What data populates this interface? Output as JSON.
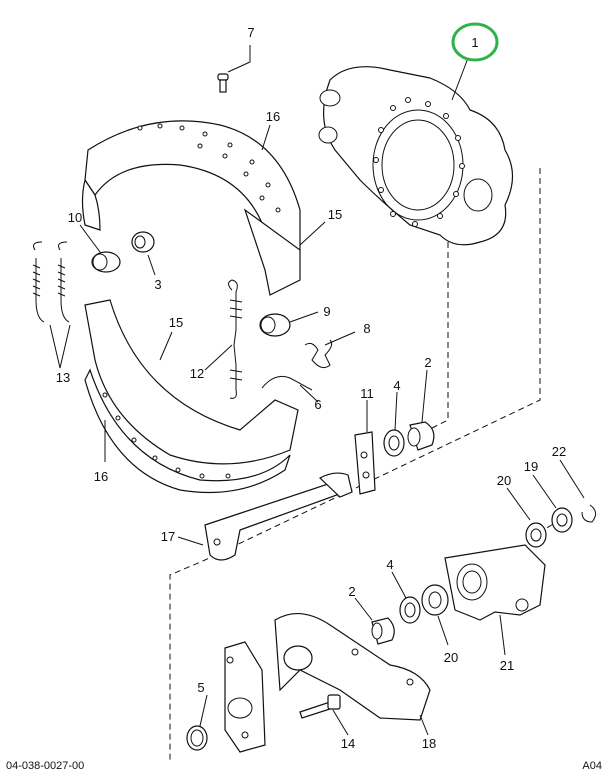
{
  "diagram": {
    "callouts": [
      {
        "id": "c1",
        "label": "1"
      },
      {
        "id": "c2a",
        "label": "2"
      },
      {
        "id": "c2b",
        "label": "2"
      },
      {
        "id": "c3",
        "label": "3"
      },
      {
        "id": "c4a",
        "label": "4"
      },
      {
        "id": "c4b",
        "label": "4"
      },
      {
        "id": "c5",
        "label": "5"
      },
      {
        "id": "c6",
        "label": "6"
      },
      {
        "id": "c7",
        "label": "7"
      },
      {
        "id": "c8",
        "label": "8"
      },
      {
        "id": "c9",
        "label": "9"
      },
      {
        "id": "c10",
        "label": "10"
      },
      {
        "id": "c11",
        "label": "11"
      },
      {
        "id": "c12",
        "label": "12"
      },
      {
        "id": "c13",
        "label": "13"
      },
      {
        "id": "c14",
        "label": "14"
      },
      {
        "id": "c15a",
        "label": "15"
      },
      {
        "id": "c15b",
        "label": "15"
      },
      {
        "id": "c16a",
        "label": "16"
      },
      {
        "id": "c16b",
        "label": "16"
      },
      {
        "id": "c17",
        "label": "17"
      },
      {
        "id": "c18",
        "label": "18"
      },
      {
        "id": "c19",
        "label": "19"
      },
      {
        "id": "c20a",
        "label": "20"
      },
      {
        "id": "c20b",
        "label": "20"
      },
      {
        "id": "c21",
        "label": "21"
      },
      {
        "id": "c22",
        "label": "22"
      }
    ],
    "highlight": {
      "callout": "1",
      "color": "#2db34a"
    },
    "footer_left": "04-038-0027-00",
    "footer_right": "A04"
  }
}
